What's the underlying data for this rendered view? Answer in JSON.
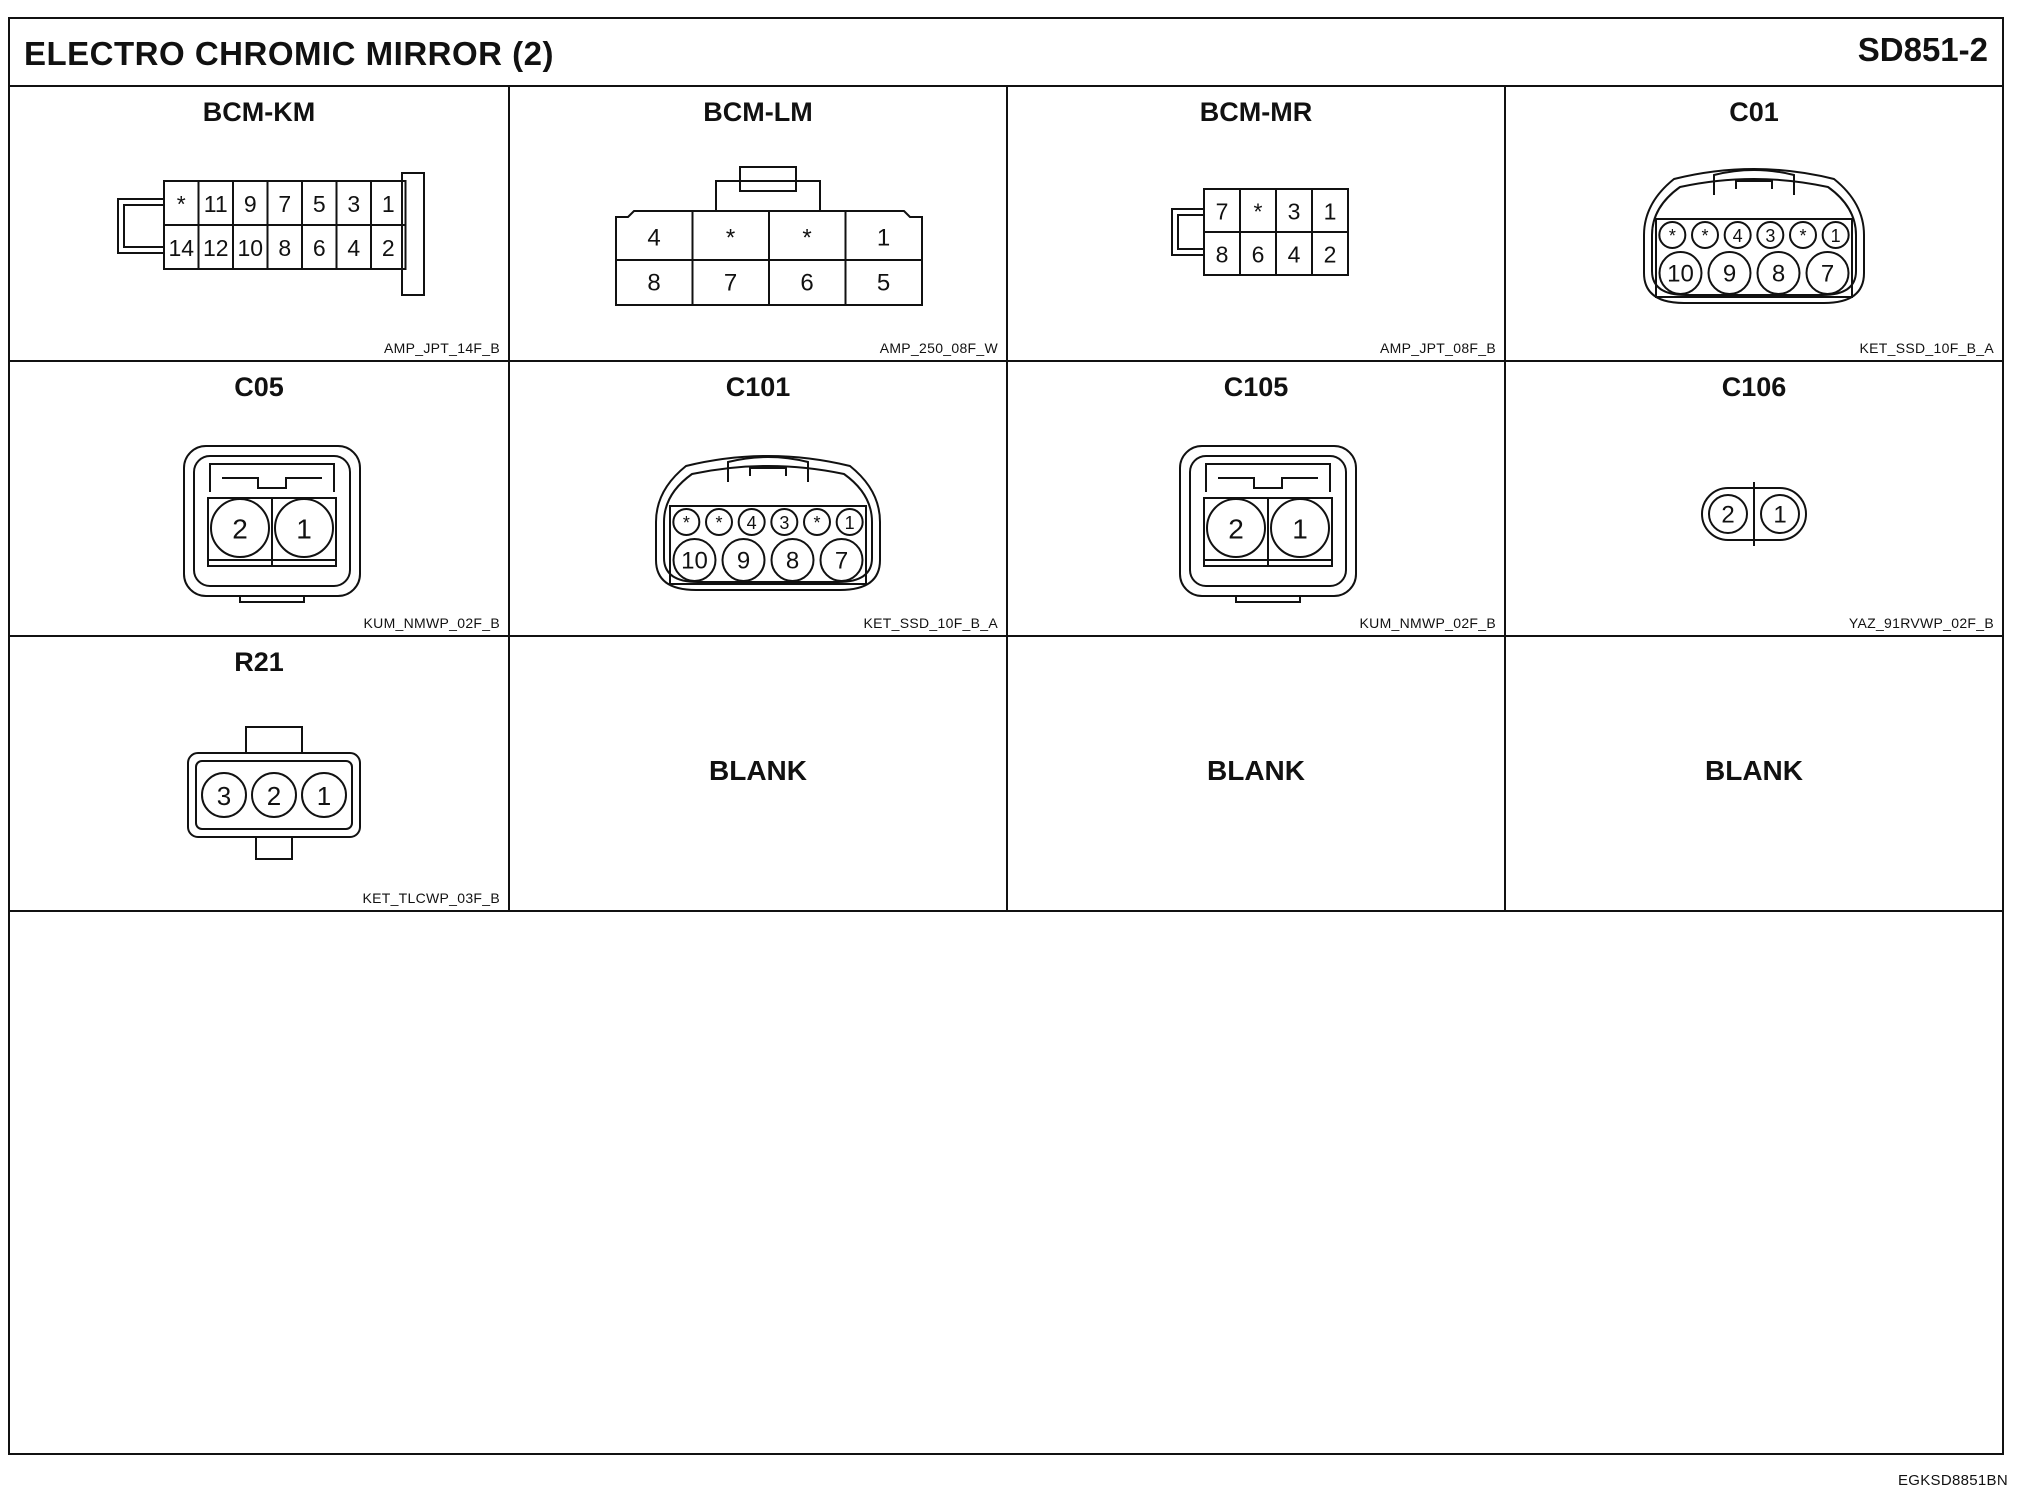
{
  "header": {
    "title": "ELECTRO CHROMIC MIRROR (2)",
    "code": "SD851-2"
  },
  "connectors": [
    {
      "name": "BCM-KM",
      "type": "AMP_JPT_14F_B",
      "icon": "rectangular-14-pin-connector",
      "pins_top": [
        "*",
        "11",
        "9",
        "7",
        "5",
        "3",
        "1"
      ],
      "pins_bottom": [
        "14",
        "12",
        "10",
        "8",
        "6",
        "4",
        "2"
      ]
    },
    {
      "name": "BCM-LM",
      "type": "AMP_250_08F_W",
      "icon": "rectangular-8-pin-connector",
      "pins_top": [
        "4",
        "*",
        "*",
        "1"
      ],
      "pins_bottom": [
        "8",
        "7",
        "6",
        "5"
      ]
    },
    {
      "name": "BCM-MR",
      "type": "AMP_JPT_08F_B",
      "icon": "rectangular-8-pin-connector",
      "pins_top": [
        "7",
        "*",
        "3",
        "1"
      ],
      "pins_bottom": [
        "8",
        "6",
        "4",
        "2"
      ]
    },
    {
      "name": "C01",
      "type": "KET_SSD_10F_B_A",
      "icon": "oval-10-pin-connector",
      "pins_top": [
        "*",
        "*",
        "4",
        "3",
        "*",
        "1"
      ],
      "pins_bottom": [
        "10",
        "9",
        "8",
        "7"
      ]
    },
    {
      "name": "C05",
      "type": "KUM_NMWP_02F_B",
      "icon": "square-2-pin-connector",
      "pins_top": [
        "2",
        "1"
      ],
      "pins_bottom": []
    },
    {
      "name": "C101",
      "type": "KET_SSD_10F_B_A",
      "icon": "oval-10-pin-connector",
      "pins_top": [
        "*",
        "*",
        "4",
        "3",
        "*",
        "1"
      ],
      "pins_bottom": [
        "10",
        "9",
        "8",
        "7"
      ]
    },
    {
      "name": "C105",
      "type": "KUM_NMWP_02F_B",
      "icon": "square-2-pin-connector",
      "pins_top": [
        "2",
        "1"
      ],
      "pins_bottom": []
    },
    {
      "name": "C106",
      "type": "YAZ_91RVWP_02F_B",
      "icon": "round-2-pin-connector",
      "pins_top": [
        "2",
        "1"
      ],
      "pins_bottom": []
    },
    {
      "name": "R21",
      "type": "KET_TLCWP_03F_B",
      "icon": "3-pin-connector",
      "pins_top": [
        "3",
        "2",
        "1"
      ],
      "pins_bottom": []
    }
  ],
  "blanks": [
    "BLANK",
    "BLANK",
    "BLANK"
  ],
  "doc_id": "EGKSD8851BN"
}
